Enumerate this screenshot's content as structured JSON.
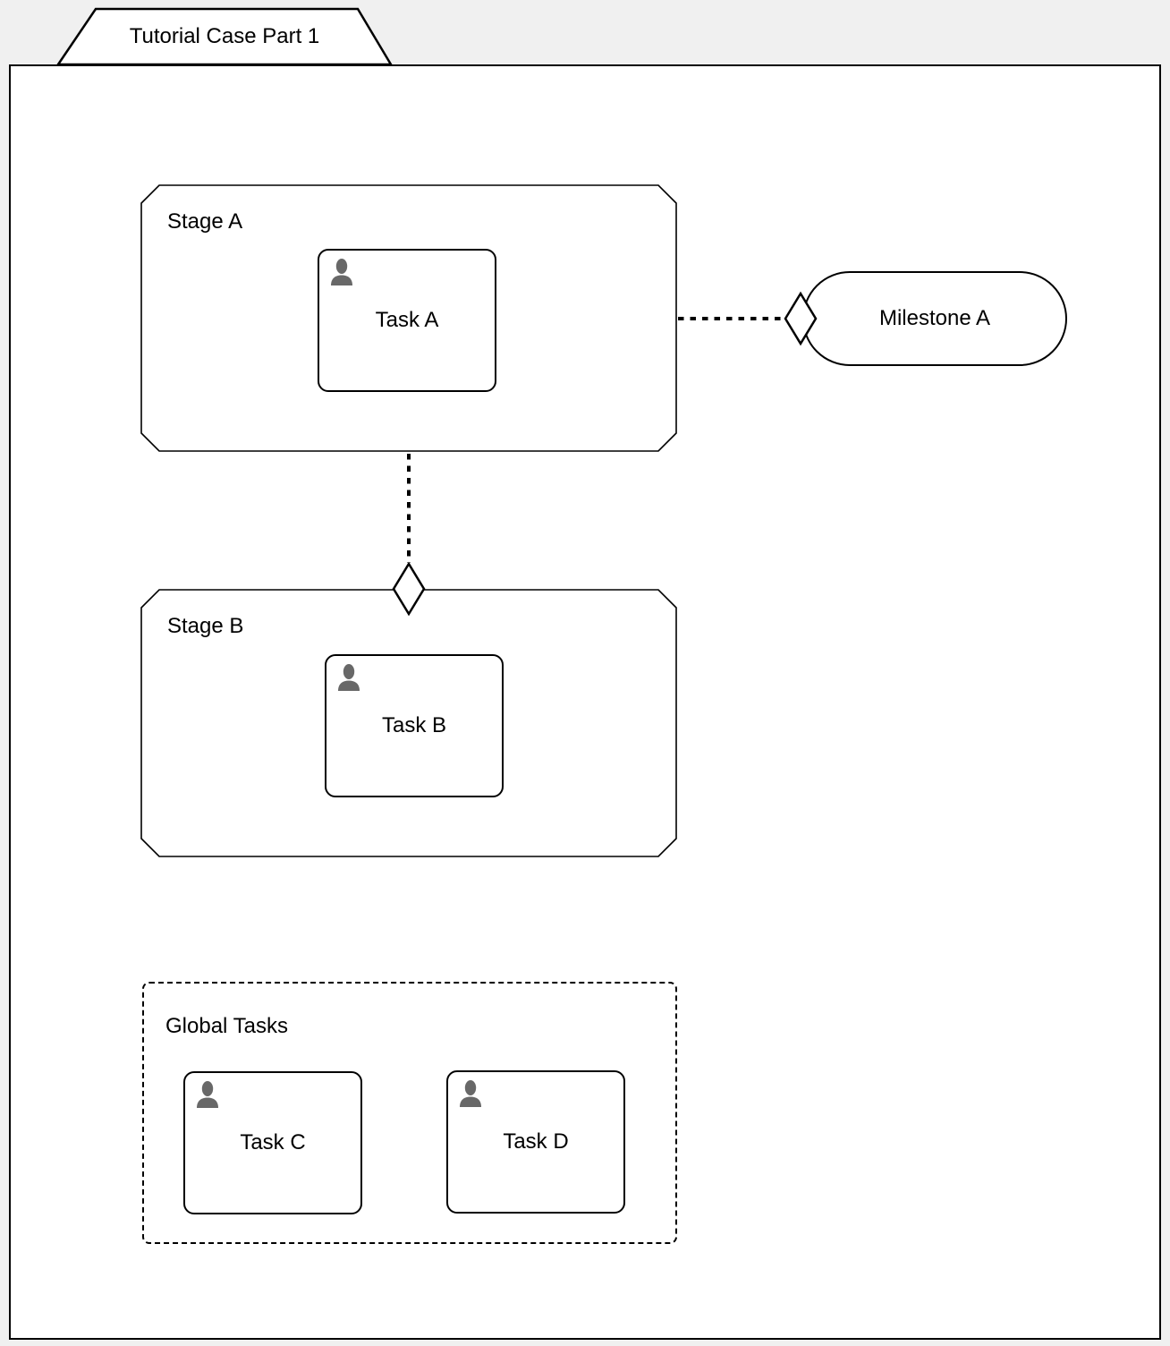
{
  "colors": {
    "background": "#f0f0f0",
    "shape_fill": "#ffffff",
    "line": "#000000",
    "person_icon": "#686868"
  },
  "case": {
    "label": "Tutorial Case Part 1"
  },
  "stages": [
    {
      "id": "stage-a",
      "label": "Stage A",
      "tasks": [
        {
          "id": "task-a",
          "label": "Task A",
          "icon": "human-task-person-icon"
        }
      ]
    },
    {
      "id": "stage-b",
      "label": "Stage B",
      "tasks": [
        {
          "id": "task-b",
          "label": "Task B",
          "icon": "human-task-person-icon"
        }
      ]
    }
  ],
  "milestones": [
    {
      "id": "milestone-a",
      "label": "Milestone A"
    }
  ],
  "global_group": {
    "label": "Global Tasks",
    "tasks": [
      {
        "id": "task-c",
        "label": "Task C",
        "icon": "human-task-person-icon"
      },
      {
        "id": "task-d",
        "label": "Task D",
        "icon": "human-task-person-icon"
      }
    ]
  },
  "connectors": [
    {
      "from": "stage-a",
      "to": "milestone-a",
      "style": "dotted",
      "terminal": "entry-criterion-diamond"
    },
    {
      "from": "stage-a",
      "to": "stage-b",
      "style": "dotted",
      "terminal": "entry-criterion-diamond"
    }
  ]
}
